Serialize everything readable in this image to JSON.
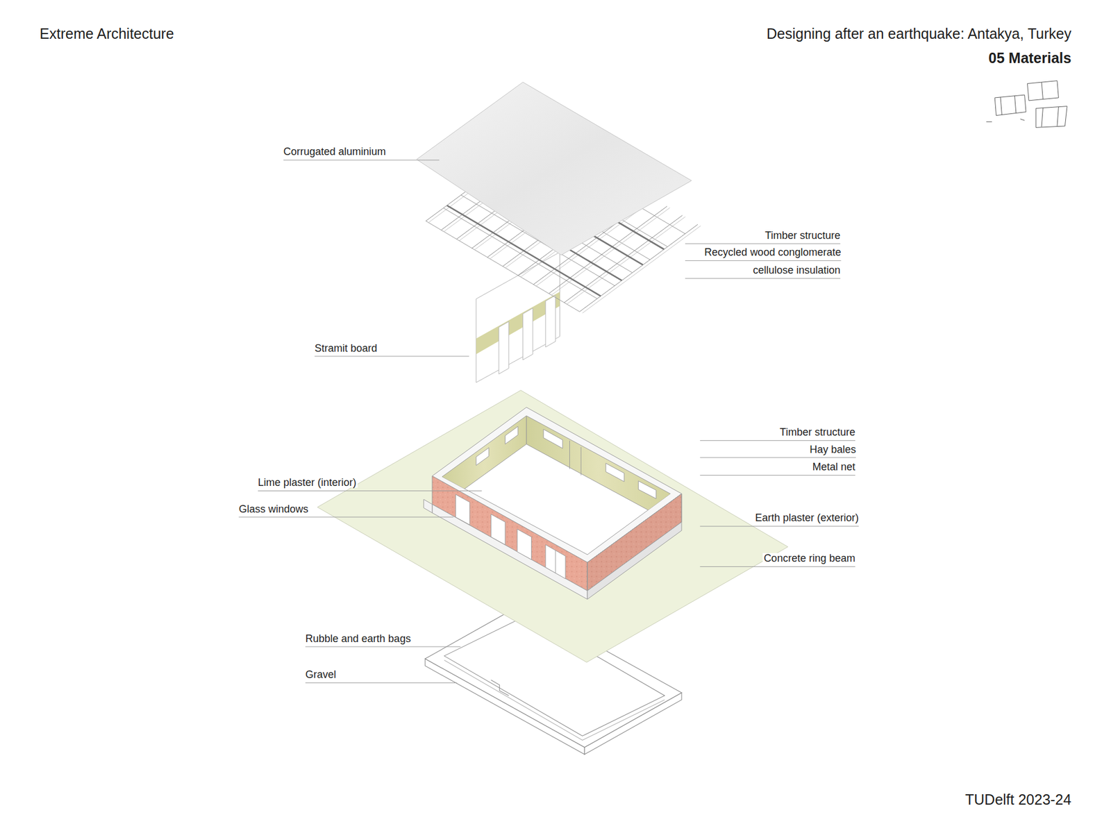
{
  "diagram": {
    "title": "Designing after an earthquake: Antakya, Turkey",
    "labels": [
      "Extreme Architecture",
      "05 Materials",
      "Corrugated aluminium",
      "Timber structure",
      "Recycled wood conglomerate",
      "cellulose insulation",
      "Stramit board",
      "Timber structure",
      "Hay bales",
      "Metal net",
      "Lime plaster (interior)",
      "Glass windows",
      "Earth plaster (exterior)",
      "Concrete ring beam",
      "Rubble and earth bags",
      "Gravel",
      "TUDelft 2023-24"
    ]
  }
}
